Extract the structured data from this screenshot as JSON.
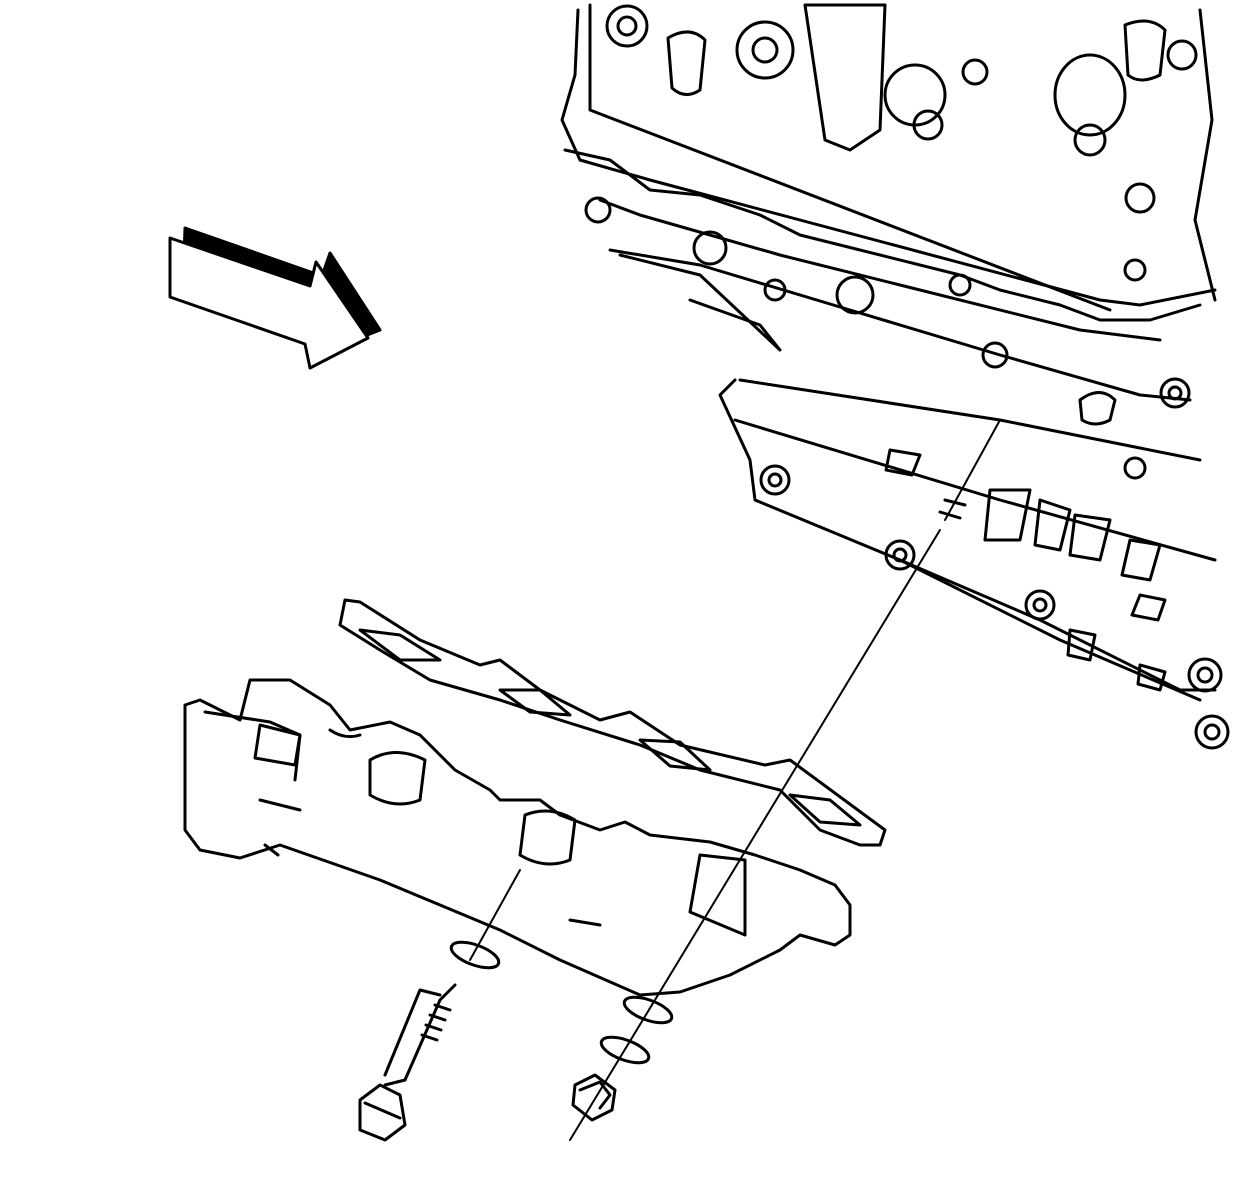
{
  "diagram": {
    "type": "exploded-assembly-line-art",
    "line_color": "#000000",
    "background_color": "#ffffff",
    "components": [
      "view-direction-arrow",
      "cylinder-head",
      "engine-block-lower",
      "exhaust-manifold-gasket",
      "exhaust-manifold",
      "manifold-stud",
      "stud-washer",
      "manifold-bolt",
      "bolt-washer",
      "lock-washer",
      "manifold-nut",
      "stud-alignment-line",
      "bolt-alignment-line"
    ]
  }
}
